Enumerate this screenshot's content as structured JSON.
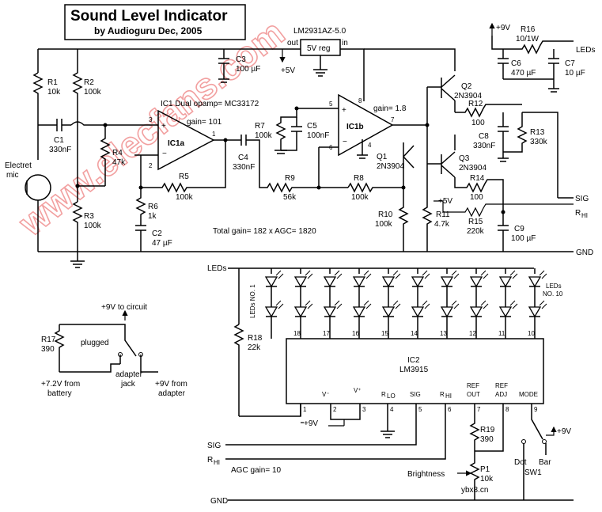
{
  "title": "Sound Level Indicator",
  "subtitle": "by Audioguru Dec, 2005",
  "watermark": "www.elecfans.com",
  "watermark2": "ybx8.cn",
  "notes": {
    "ic1": "IC1  Dual opamp= MC33172",
    "gain1": "gain= 101",
    "gain2": "gain= 1.8",
    "total": "Total gain= 182 x AGC= 1820",
    "agc": "AGC gain= 10",
    "brightness": "Brightness",
    "plugged": "plugged",
    "to_circuit": "+9V to circuit",
    "battery1": "+7.2V from",
    "battery2": "battery",
    "adapter_jack1": "adapter",
    "adapter_jack2": "jack",
    "adapter1": "+9V from",
    "adapter2": "adapter"
  },
  "regulator": {
    "name": "LM2931AZ-5.0",
    "label": "5V reg",
    "out": "out",
    "in": "in",
    "plus5": "+5V"
  },
  "opamps": {
    "a": "IC1a",
    "b": "IC1b"
  },
  "mic": {
    "line1": "Electret",
    "line2": "mic"
  },
  "components": {
    "R1": [
      "R1",
      "10k"
    ],
    "R2": [
      "R2",
      "100k"
    ],
    "R3": [
      "R3",
      "100k"
    ],
    "R4": [
      "R4",
      "47k"
    ],
    "R5": [
      "R5",
      "100k"
    ],
    "R6": [
      "R6",
      "1k"
    ],
    "R7": [
      "R7",
      "100k"
    ],
    "R8": [
      "R8",
      "100k"
    ],
    "R9": [
      "R9",
      "56k"
    ],
    "R10": [
      "R10",
      "100k"
    ],
    "R11": [
      "R11",
      "4.7k"
    ],
    "R12": [
      "R12",
      "100"
    ],
    "R13": [
      "R13",
      "330k"
    ],
    "R14": [
      "R14",
      "100"
    ],
    "R15": [
      "R15",
      "220k"
    ],
    "R16": [
      "R16",
      "10/1W"
    ],
    "R17": [
      "R17",
      "390"
    ],
    "R18": [
      "R18",
      "22k"
    ],
    "R19": [
      "R19",
      "390"
    ],
    "C1": [
      "C1",
      "330nF"
    ],
    "C2": [
      "C2",
      "47 µF"
    ],
    "C3": [
      "C3",
      "100 µF"
    ],
    "C4": [
      "C4",
      "330nF"
    ],
    "C5": [
      "C5",
      "100nF"
    ],
    "C6": [
      "C6",
      "470 µF"
    ],
    "C7": [
      "C7",
      "10 µF"
    ],
    "C8": [
      "C8",
      "330nF"
    ],
    "C9": [
      "C9",
      "100 µF"
    ],
    "Q1": [
      "Q1",
      "2N3904"
    ],
    "Q2": [
      "Q2",
      "2N3904"
    ],
    "Q3": [
      "Q3",
      "2N3904"
    ],
    "P1": [
      "P1",
      "10k"
    ]
  },
  "rails": {
    "gnd": "GND",
    "sig": "SIG",
    "rhi": "R",
    "rhi_sub": "HI",
    "leds": "LEDs",
    "plus9": "+9V",
    "plus5": "+5V"
  },
  "ic2": {
    "name": "IC2",
    "part": "LM3915",
    "pins_bottom": [
      "1",
      "2",
      "3",
      "4",
      "5",
      "6",
      "7",
      "8",
      "9"
    ],
    "pins_top": [
      "18",
      "17",
      "16",
      "15",
      "14",
      "13",
      "12",
      "11",
      "10"
    ],
    "labels": [
      "V⁻",
      "V⁺",
      "R",
      "SIG",
      "R",
      "REF",
      "REF",
      "MODE"
    ],
    "rlo_sub": "LO",
    "rhi_sub": "HI",
    "ref_out2": "OUT",
    "ref_adj2": "ADJ",
    "leds_no1": "LEDs NO. 1",
    "leds_no10_1": "LEDs",
    "leds_no10_2": "NO. 10"
  },
  "switch": {
    "name": "SW1",
    "dot": "Dot",
    "bar": "Bar",
    "plus9": "+9V"
  }
}
